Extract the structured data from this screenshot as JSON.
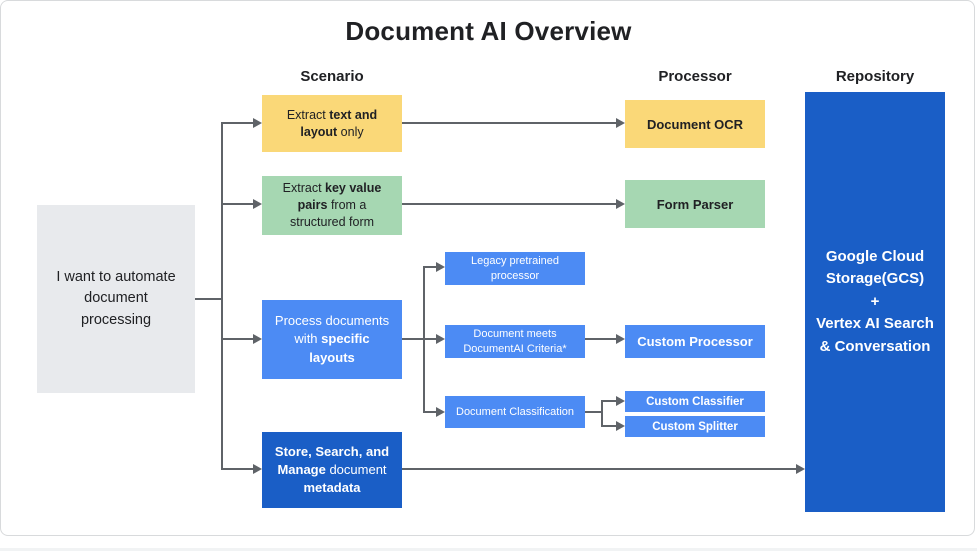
{
  "title": "Document AI Overview",
  "columns": [
    {
      "label": "Scenario"
    },
    {
      "label": "Processor"
    },
    {
      "label": "Repository"
    }
  ],
  "nodes": {
    "intent": {
      "segments": [
        {
          "t": "I want to automate document processing",
          "b": 0
        }
      ]
    },
    "extract_text_layout": {
      "segments": [
        {
          "t": "Extract ",
          "b": 0
        },
        {
          "t": "text and layout",
          "b": 1
        },
        {
          "t": " only",
          "b": 0
        }
      ]
    },
    "extract_key_value": {
      "segments": [
        {
          "t": "Extract ",
          "b": 0
        },
        {
          "t": "key value pairs",
          "b": 1
        },
        {
          "t": " from a structured form",
          "b": 0
        }
      ]
    },
    "specific_layouts": {
      "segments": [
        {
          "t": "Process documents with ",
          "b": 0
        },
        {
          "t": "specific layouts",
          "b": 1
        }
      ]
    },
    "store_search_manage": {
      "segments": [
        {
          "t": "Store, Search, and Manage",
          "b": 1
        },
        {
          "t": " document ",
          "b": 0
        },
        {
          "t": "metadata",
          "b": 1
        }
      ]
    },
    "legacy_pretrained": {
      "label": "Legacy pretrained processor"
    },
    "documentai_criteria": {
      "label": "Document meets DocumentAI Criteria*"
    },
    "document_classification": {
      "label": "Document Classification"
    },
    "document_ocr": {
      "label": "Document OCR"
    },
    "form_parser": {
      "label": "Form Parser"
    },
    "custom_processor": {
      "label": "Custom Processor"
    },
    "custom_classifier": {
      "label": "Custom Classifier"
    },
    "custom_splitter": {
      "label": "Custom Splitter"
    },
    "repository": {
      "lines": [
        "Google Cloud Storage(GCS)",
        "+",
        "Vertex AI Search & Conversation"
      ]
    }
  },
  "colors": {
    "yellow": "#FAD878",
    "green": "#A6D7B2",
    "blue": "#4C8BF4",
    "dark_blue": "#1A5EC6",
    "gray_box": "#E8EAED",
    "arrow": "#5F6368",
    "text_dark": "#202124",
    "text_light": "#FFFFFF"
  }
}
